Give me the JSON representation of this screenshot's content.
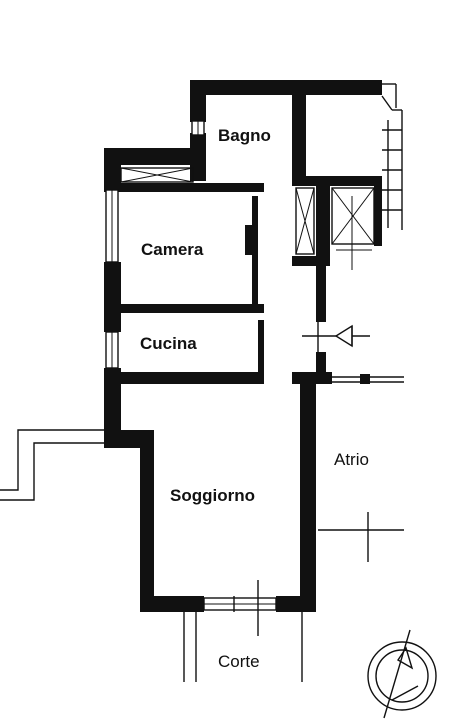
{
  "rooms": {
    "bagno": "Bagno",
    "camera": "Camera",
    "cucina": "Cucina",
    "soggiorno": "Soggiorno"
  },
  "outside": {
    "atrio": "Atrio",
    "corte": "Corte"
  },
  "icons": {
    "compass": "north-arrow-icon",
    "entrance": "entrance-arrow-icon"
  }
}
